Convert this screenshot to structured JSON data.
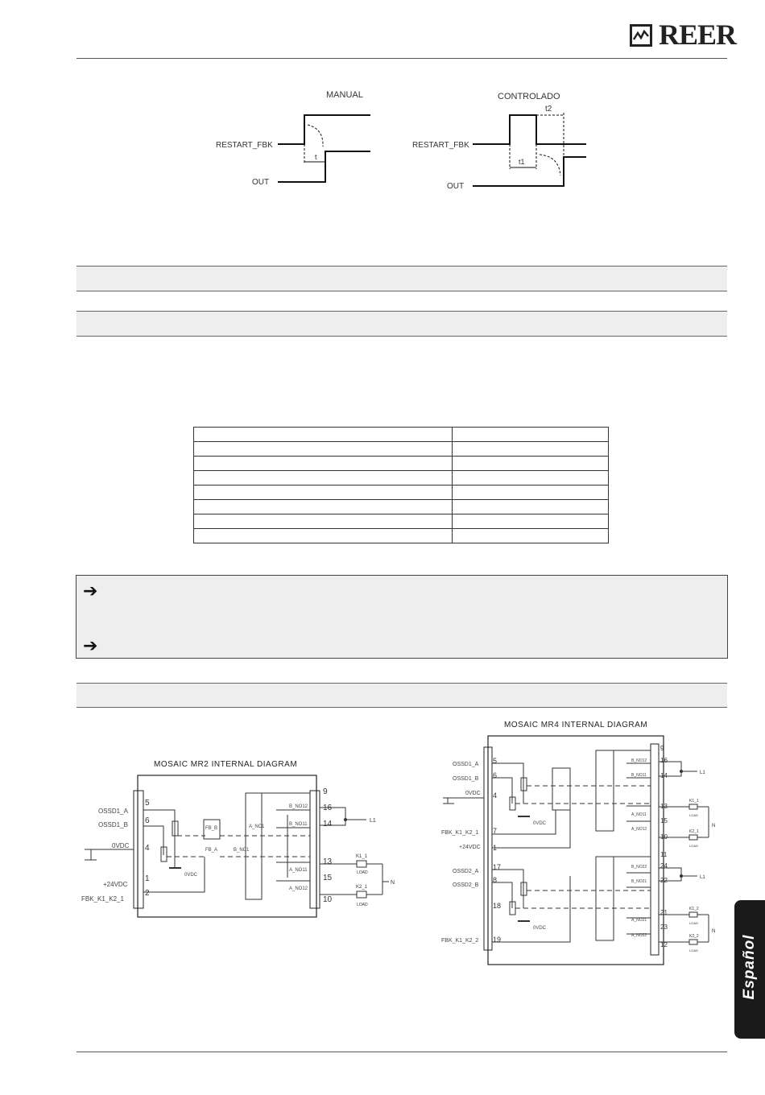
{
  "header": {
    "brand": "REER"
  },
  "timing": {
    "manual_title": "MANUAL",
    "controlled_title": "CONTROLADO",
    "restart_label": "RESTART_FBK",
    "out_label": "OUT",
    "t_label": "t",
    "t1_label": "t1",
    "t2_label": "t2"
  },
  "mr2": {
    "title": "MOSAIC  MR2  INTERNAL  DIAGRAM",
    "left_labels": [
      "OSSD1_A",
      "OSSD1_B",
      "0VDC",
      "+24VDC",
      "FBK_K1_K2_1"
    ],
    "left_pins": [
      "5",
      "6",
      "4",
      "1",
      "2"
    ],
    "right_pins": [
      "9",
      "16",
      "14",
      "13",
      "15",
      "10"
    ],
    "contacts": [
      "B_NO12",
      "B_NO11",
      "A_NO11",
      "A_NO12"
    ],
    "coils": [
      "FB_B",
      "FB_A",
      "B_NC1",
      "A_NC1"
    ],
    "right_labels": [
      "L1",
      "K1_1",
      "LOAD",
      "K2_1",
      "LOAD",
      "N"
    ],
    "internal_label": "0VDC"
  },
  "mr4": {
    "title": "MOSAIC  MR4  INTERNAL  DIAGRAM",
    "left_labels": [
      "OSSD1_A",
      "OSSD1_B",
      "0VDC",
      "FBK_K1_K2_1",
      "+24VDC",
      "OSSD2_A",
      "OSSD2_B",
      "FBK_K1_K2_2"
    ],
    "left_pins": [
      "5",
      "6",
      "4",
      "7",
      "1",
      "17",
      "8",
      "18",
      "19"
    ],
    "right_pins": [
      "9",
      "16",
      "14",
      "13",
      "15",
      "10",
      "11",
      "24",
      "22",
      "21",
      "23",
      "12"
    ],
    "contacts": [
      "B_NO12",
      "B_NO11",
      "A_NO11",
      "A_NO12",
      "B_NO22",
      "B_NO21",
      "A_NO21",
      "A_NO22"
    ],
    "right_labels": [
      "L1",
      "K1_1",
      "LOAD",
      "K2_1",
      "LOAD",
      "N",
      "L1",
      "K1_2",
      "LOAD",
      "K2_2",
      "LOAD",
      "N"
    ],
    "internal_label": "0VDC"
  },
  "side_tab": {
    "language": "Español"
  }
}
